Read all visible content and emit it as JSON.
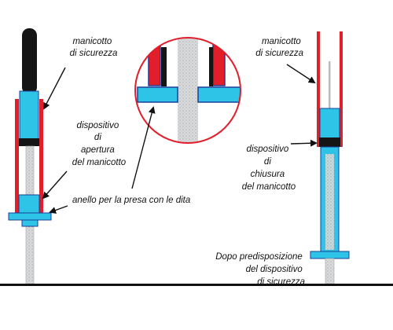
{
  "labels": {
    "sleeve_left": [
      "manicotto",
      "di sicurezza"
    ],
    "opening_device": [
      "dispositivo",
      "di",
      "apertura",
      "del manicotto"
    ],
    "finger_ring": "anello per la presa con le dita",
    "sleeve_right": [
      "manicotto",
      "di sicurezza"
    ],
    "closing_device": [
      "dispositivo",
      "di",
      "chiusura",
      "del manicotto"
    ],
    "after_setup": [
      "Dopo predisposizione",
      "del dispositivo",
      "di sicurezza"
    ]
  },
  "colors": {
    "sleeve_red": "#e01f2b",
    "barrel_cyan": "#2ec4e8",
    "plunger_black": "#151515",
    "needle_grey": "#b9bcbd",
    "outline_blue": "#1c3f9a",
    "ink": "#111111"
  }
}
